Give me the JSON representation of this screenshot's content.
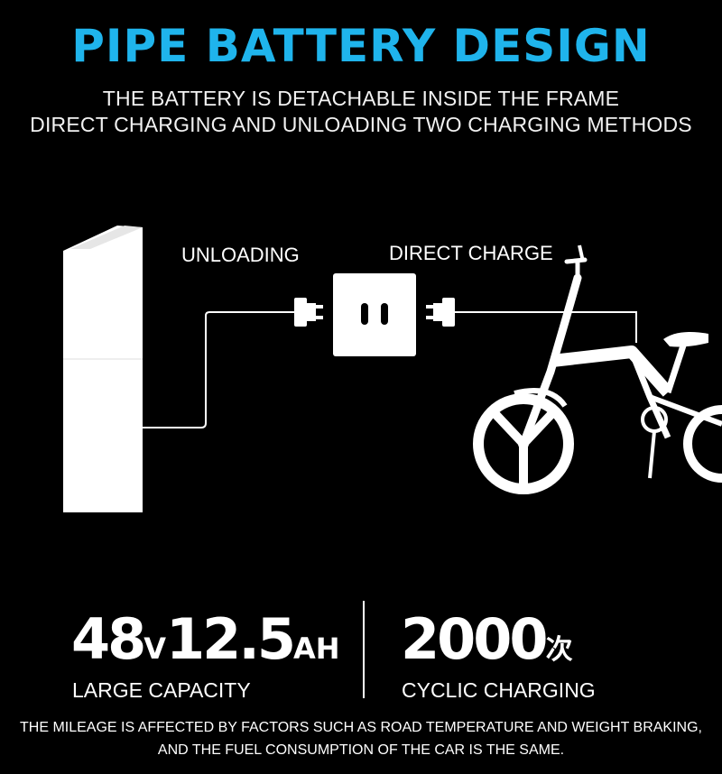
{
  "header": {
    "title": "PIPE BATTERY DESIGN",
    "subtitle_line1": "THE BATTERY IS DETACHABLE INSIDE THE FRAME",
    "subtitle_line2": "DIRECT CHARGING AND UNLOADING TWO CHARGING METHODS"
  },
  "diagram": {
    "label_unloading": "UNLOADING",
    "label_direct": "DIRECT CHARGE"
  },
  "stats": {
    "voltage_value": "48",
    "voltage_unit": "V",
    "capacity_value": "12.5",
    "capacity_unit": "AH",
    "capacity_caption": "LARGE CAPACITY",
    "cycles_value": "2000",
    "cycles_unit": "次",
    "cycles_caption": "CYCLIC CHARGING"
  },
  "footer": {
    "line1": "THE MILEAGE IS AFFECTED BY FACTORS SUCH AS ROAD TEMPERATURE AND WEIGHT BRAKING,",
    "line2": "AND THE FUEL CONSUMPTION OF THE CAR IS THE SAME."
  },
  "colors": {
    "background": "#000000",
    "title": "#1fb4ec",
    "text": "#ffffff"
  }
}
